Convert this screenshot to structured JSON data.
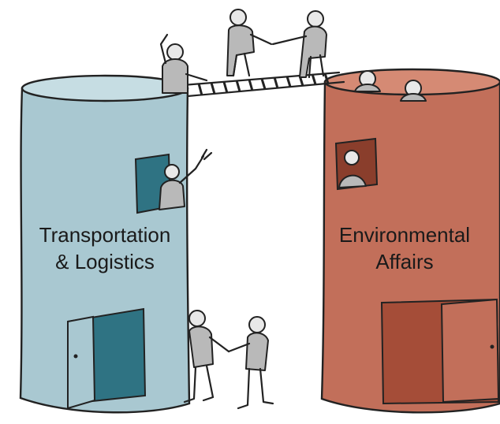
{
  "silos": {
    "left": {
      "line1": "Transportation",
      "line2": "& Logistics",
      "color": "#a9c8d1",
      "top_color": "#c6dde3",
      "door_color": "#2f7383"
    },
    "right": {
      "line1": "Environmental",
      "line2": "Affairs",
      "color": "#c26f5a",
      "top_color": "#d58a74",
      "door_color": "#a54d38"
    }
  },
  "icons": {
    "bridge": "plank-bridge-icon",
    "handshake": "handshake-icon",
    "wave": "waving-person-icon"
  }
}
